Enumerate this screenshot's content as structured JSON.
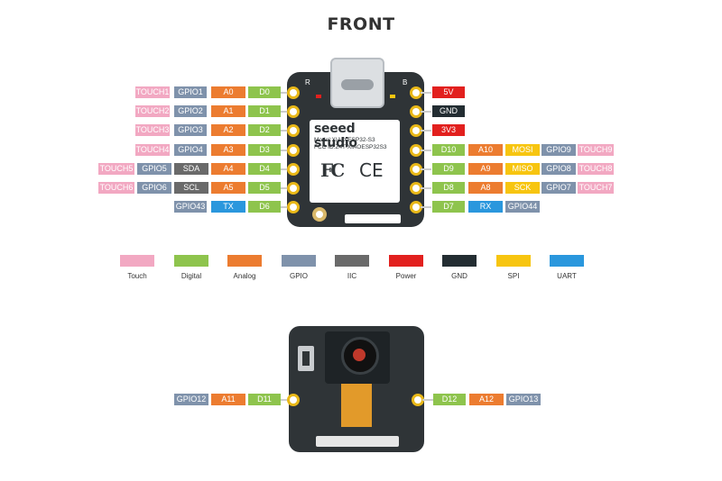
{
  "title": "FRONT",
  "board": {
    "brand": "seeed studio",
    "model": "Model:XIAO-ESP32-S3",
    "fcc_id": "FCC ID:Z4T-XIAOESP32S3",
    "fcc_mark": "FC",
    "ce_mark": "CE",
    "silk_left": "R",
    "silk_right": "B"
  },
  "colors": {
    "touch": "#f2a8c2",
    "digital": "#8ec44d",
    "analog": "#ec7c30",
    "gpio": "#7f92ab",
    "iic": "#6a6a6a",
    "power": "#e2201e",
    "gnd": "#232d32",
    "spi": "#f7c510",
    "uart": "#2a97dd"
  },
  "front_left_rows": [
    {
      "touch": "TOUCH1",
      "gpio": "GPIO1",
      "func": "A0",
      "func_type": "analog",
      "digital": "D0"
    },
    {
      "touch": "TOUCH2",
      "gpio": "GPIO2",
      "func": "A1",
      "func_type": "analog",
      "digital": "D1"
    },
    {
      "touch": "TOUCH3",
      "gpio": "GPIO3",
      "func": "A2",
      "func_type": "analog",
      "digital": "D2"
    },
    {
      "touch": "TOUCH4",
      "gpio": "GPIO4",
      "func": "A3",
      "func_type": "analog",
      "digital": "D3"
    },
    {
      "touch": "TOUCH5",
      "gpio": "GPIO5",
      "iic": "SDA",
      "func": "A4",
      "func_type": "analog",
      "digital": "D4"
    },
    {
      "touch": "TOUCH6",
      "gpio": "GPIO6",
      "iic": "SCL",
      "func": "A5",
      "func_type": "analog",
      "digital": "D5"
    },
    {
      "gpio": "GPIO43",
      "func": "TX",
      "func_type": "uart",
      "digital": "D6"
    }
  ],
  "front_right_rows": [
    {
      "power": "5V"
    },
    {
      "gnd": "GND"
    },
    {
      "power": "3V3"
    },
    {
      "digital": "D10",
      "analog": "A10",
      "spi": "MOSI",
      "gpio": "GPIO9",
      "touch": "TOUCH9"
    },
    {
      "digital": "D9",
      "analog": "A9",
      "spi": "MISO",
      "gpio": "GPIO8",
      "touch": "TOUCH8"
    },
    {
      "digital": "D8",
      "analog": "A8",
      "spi": "SCK",
      "gpio": "GPIO7",
      "touch": "TOUCH7"
    },
    {
      "digital": "D7",
      "uart": "RX",
      "gpio": "GPIO44"
    }
  ],
  "legend": [
    {
      "key": "touch",
      "label": "Touch"
    },
    {
      "key": "digital",
      "label": "Digital"
    },
    {
      "key": "analog",
      "label": "Analog"
    },
    {
      "key": "gpio",
      "label": "GPIO"
    },
    {
      "key": "iic",
      "label": "IIC"
    },
    {
      "key": "power",
      "label": "Power"
    },
    {
      "key": "gnd",
      "label": "GND"
    },
    {
      "key": "spi",
      "label": "SPI"
    },
    {
      "key": "uart",
      "label": "UART"
    }
  ],
  "back_left": {
    "gpio": "GPIO12",
    "analog": "A11",
    "digital": "D11"
  },
  "back_right": {
    "digital": "D12",
    "analog": "A12",
    "gpio": "GPIO13"
  }
}
